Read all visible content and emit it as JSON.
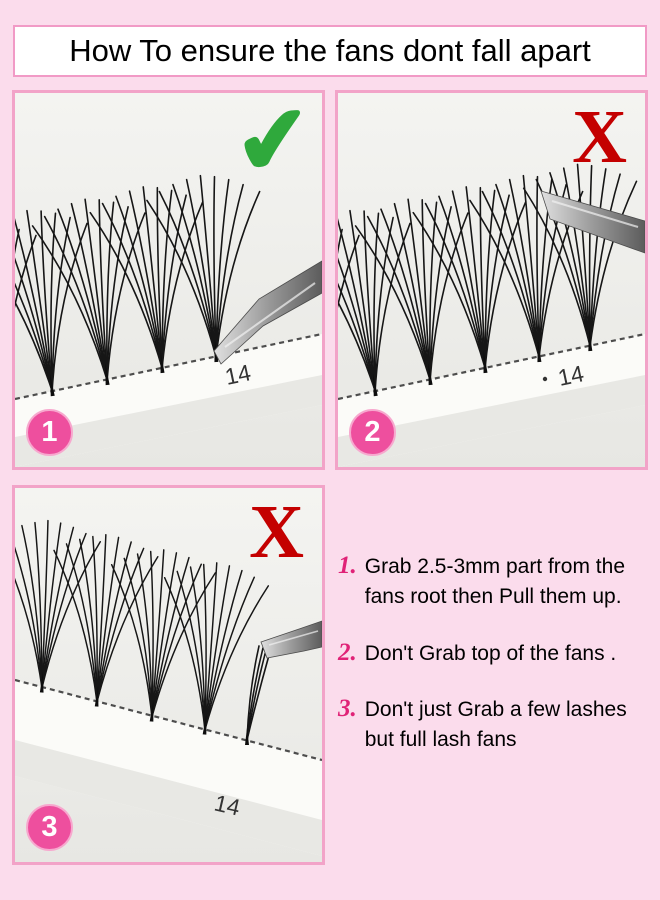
{
  "title": "How To ensure the fans dont fall apart",
  "tape_label": "14",
  "panels": [
    {
      "number": "1",
      "mark": "✔",
      "mark_type": "check"
    },
    {
      "number": "2",
      "mark": "X",
      "mark_type": "x"
    },
    {
      "number": "3",
      "mark": "X",
      "mark_type": "x"
    }
  ],
  "instructions": [
    {
      "number": "1.",
      "text": "Grab 2.5-3mm part from the fans root then Pull them up."
    },
    {
      "number": "2.",
      "text": "Don't Grab top of the fans ."
    },
    {
      "number": "3.",
      "text": "Don't just Grab a few lashes but full lash fans"
    }
  ],
  "colors": {
    "background": "#fbdcec",
    "panel_border": "#f2a3c8",
    "badge": "#ee4f9e",
    "check": "#2fa93c",
    "cross": "#c40000",
    "number_accent": "#e02277"
  }
}
